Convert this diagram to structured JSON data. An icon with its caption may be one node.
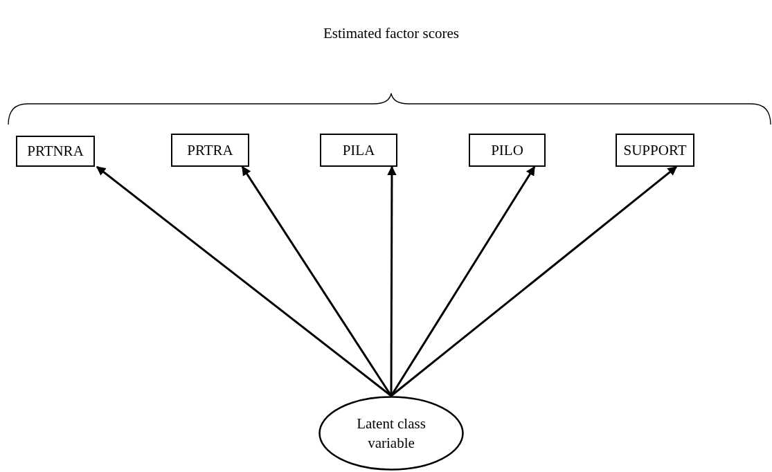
{
  "diagram": {
    "nodes": [
      {
        "text": [
          "PRTNRA"
        ]
      },
      {
        "text": [
          "PRTRA"
        ]
      },
      {
        "text": [
          "PILA"
        ]
      },
      {
        "text": [
          "PILO"
        ]
      },
      {
        "text": [
          "SUPPORT"
        ]
      },
      {
        "text": [
          "Latent class variable"
        ]
      }
    ],
    "edges": [
      {
        "from": 5,
        "to": 0,
        "arrow": "to"
      },
      {
        "from": 5,
        "to": 1,
        "arrow": "to"
      },
      {
        "from": 5,
        "to": 2,
        "arrow": "to"
      },
      {
        "from": 5,
        "to": 3,
        "arrow": "to"
      },
      {
        "from": 5,
        "to": 4,
        "arrow": "to"
      }
    ],
    "labels": [
      "Estimated factor scores"
    ]
  }
}
